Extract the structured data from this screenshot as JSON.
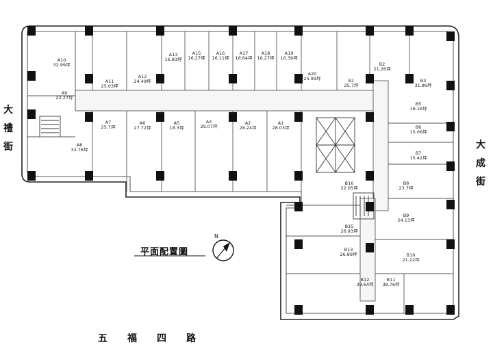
{
  "title": "平面配置圖",
  "streets": {
    "left": "大禮街",
    "right": "大成街",
    "bottom": "五福四路"
  },
  "compass": {
    "north_label": "N"
  },
  "units": [
    {
      "code": "A10",
      "area": "32.99坪"
    },
    {
      "code": "A11",
      "area": "25.03坪"
    },
    {
      "code": "A12",
      "area": "24.49坪"
    },
    {
      "code": "A13",
      "area": "16.83坪"
    },
    {
      "code": "A15",
      "area": "16.27坪"
    },
    {
      "code": "A16",
      "area": "16.11坪"
    },
    {
      "code": "A17",
      "area": "16.64坪"
    },
    {
      "code": "A18",
      "area": "16.27坪"
    },
    {
      "code": "A19",
      "area": "16.39坪"
    },
    {
      "code": "A20",
      "area": "25.99坪"
    },
    {
      "code": "B1",
      "area": "25.7坪"
    },
    {
      "code": "B2",
      "area": "21.26坪"
    },
    {
      "code": "B3",
      "area": "31.86坪"
    },
    {
      "code": "A9",
      "area": "22.27坪"
    },
    {
      "code": "A7",
      "area": "25.7坪"
    },
    {
      "code": "A6",
      "area": "27.72坪"
    },
    {
      "code": "A5",
      "area": "18.3坪"
    },
    {
      "code": "A3",
      "area": "29.07坪"
    },
    {
      "code": "A2",
      "area": "28.24坪"
    },
    {
      "code": "A1",
      "area": "28.03坪"
    },
    {
      "code": "A8",
      "area": "32.76坪"
    },
    {
      "code": "B5",
      "area": "16.16坪"
    },
    {
      "code": "B6",
      "area": "15.06坪"
    },
    {
      "code": "B7",
      "area": "15.42坪"
    },
    {
      "code": "B8",
      "area": "23.7坪"
    },
    {
      "code": "B9",
      "area": "24.13坪"
    },
    {
      "code": "B16",
      "area": "22.05坪"
    },
    {
      "code": "B15",
      "area": "26.93坪"
    },
    {
      "code": "B13",
      "area": "26.89坪"
    },
    {
      "code": "B10",
      "area": "21.22坪"
    },
    {
      "code": "B12",
      "area": "38.64坪"
    },
    {
      "code": "B11",
      "area": "38.76坪"
    }
  ]
}
